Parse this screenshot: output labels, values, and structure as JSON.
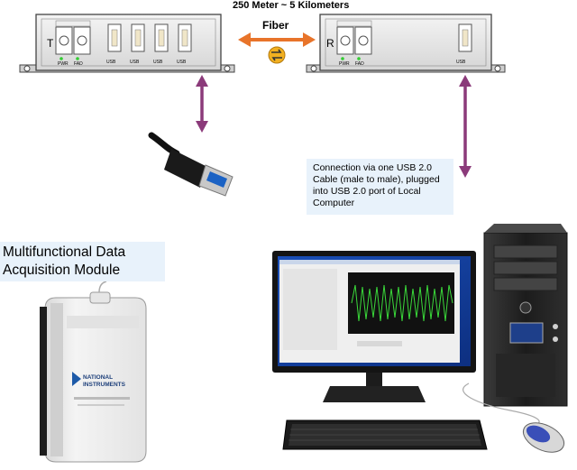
{
  "diagram": {
    "distance_label": "250 Meter ~ 5 Kilometers",
    "fiber_label": "Fiber",
    "connection_note": "Connection via one USB 2.0 Cable (male to male), plugged into USB 2.0 port of Local Computer",
    "daq_label": "Multifunctional Data Acquisition Module",
    "transmitter": {
      "letter": "T",
      "indicators": [
        "PWR",
        "FAD"
      ],
      "ports": [
        "USB",
        "USB",
        "USB",
        "USB"
      ]
    },
    "receiver": {
      "letter": "R",
      "indicators": [
        "PWR",
        "FAD"
      ],
      "ports": [
        "USB"
      ]
    },
    "daq_device": {
      "brand_line1": "NATIONAL",
      "brand_line2": "INSTRUMENTS"
    }
  },
  "colors": {
    "arrow_purple": "#8b3a7a",
    "arrow_orange": "#e8742a",
    "label_bg": "#e8f2fb",
    "fiber_icon": "#f2b020",
    "screen_wave": "#3adb3a"
  }
}
